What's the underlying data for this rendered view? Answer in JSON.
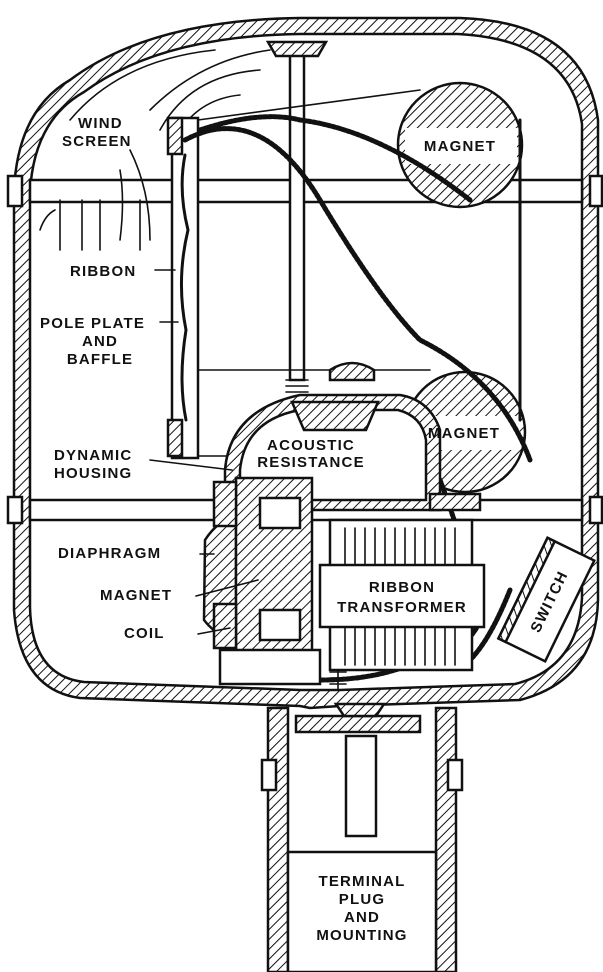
{
  "labels": {
    "wind_screen": [
      "WIND",
      "SCREEN"
    ],
    "magnet_top": "MAGNET",
    "ribbon": "RIBBON",
    "pole_plate": [
      "POLE PLATE",
      "AND",
      "BAFFLE"
    ],
    "magnet_mid": "MAGNET",
    "dynamic_housing": [
      "DYNAMIC",
      "HOUSING"
    ],
    "acoustic_resistance": [
      "ACOUSTIC",
      "RESISTANCE"
    ],
    "diaphragm": "DIAPHRAGM",
    "magnet_low": "MAGNET",
    "coil": "COIL",
    "ribbon_transformer": [
      "RIBBON",
      "TRANSFORMER"
    ],
    "switch": "SWITCH",
    "terminal": [
      "TERMINAL",
      "PLUG",
      "AND",
      "MOUNTING"
    ]
  }
}
